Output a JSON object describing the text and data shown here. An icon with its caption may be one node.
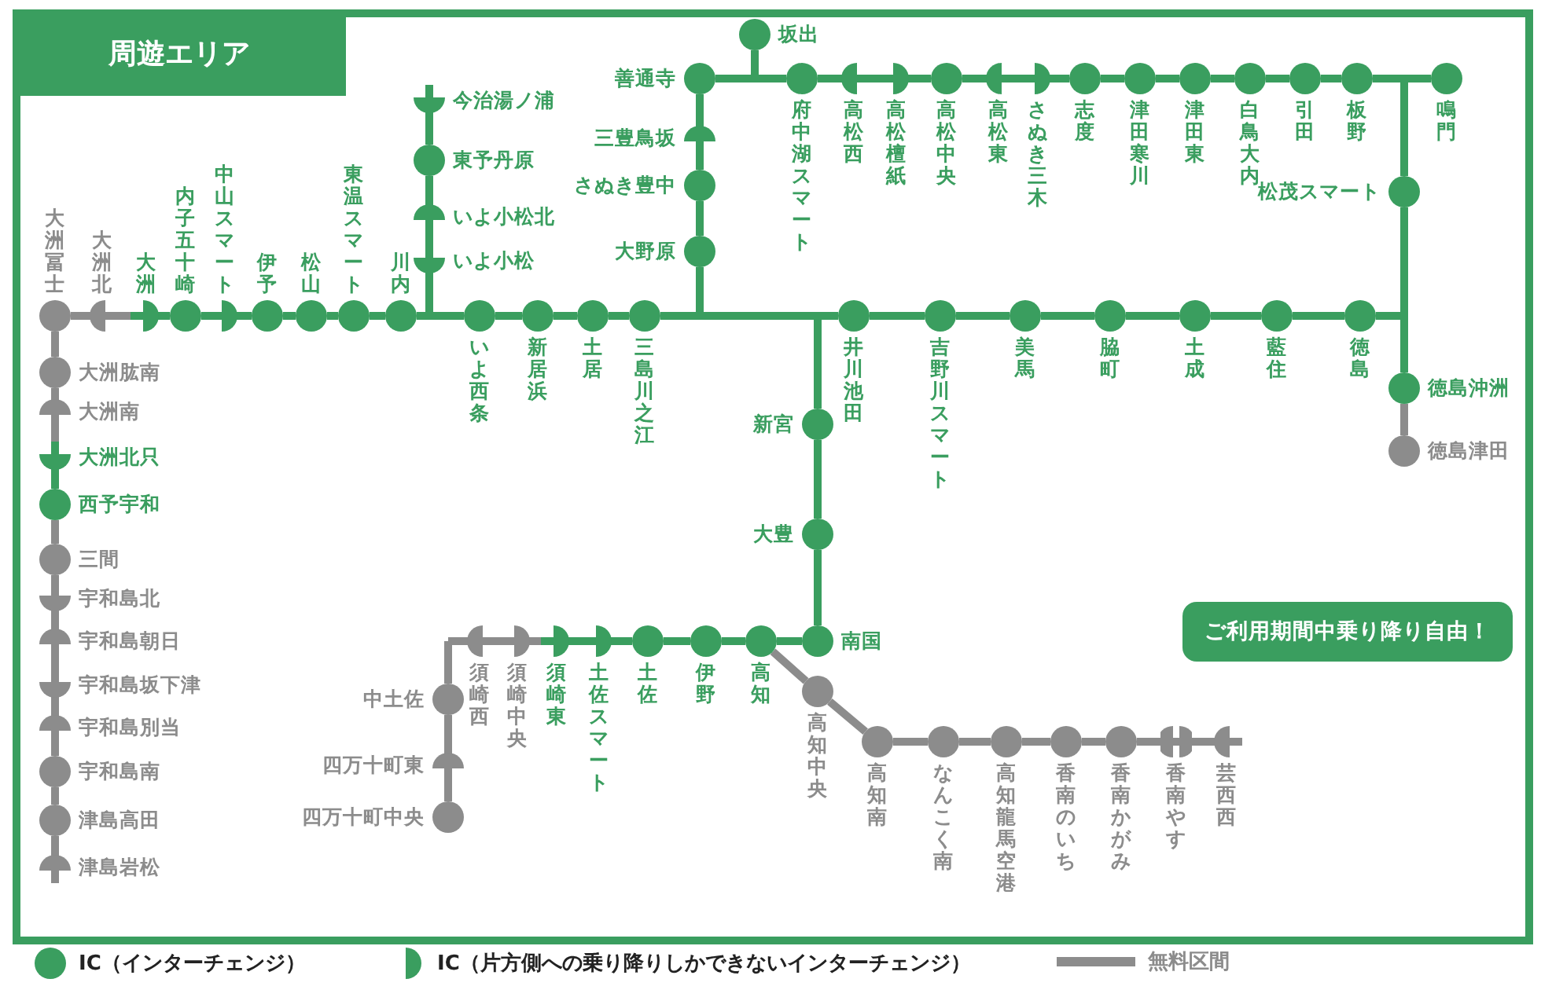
{
  "diagram": {
    "title": "周遊エリア",
    "nodes": [
      {
        "text": [
          "大洲冨士"
        ]
      },
      {
        "text": [
          "大洲北"
        ]
      },
      {
        "text": [
          "大洲"
        ]
      },
      {
        "text": [
          "内子五十崎"
        ]
      },
      {
        "text": [
          "中山スマート"
        ]
      },
      {
        "text": [
          "伊予"
        ]
      },
      {
        "text": [
          "松山"
        ]
      },
      {
        "text": [
          "東温スマート"
        ]
      },
      {
        "text": [
          "川内"
        ]
      },
      {
        "text": [
          "今治湯ノ浦"
        ]
      },
      {
        "text": [
          "東予丹原"
        ]
      },
      {
        "text": [
          "いよ小松北"
        ]
      },
      {
        "text": [
          "いよ小松"
        ]
      },
      {
        "text": [
          "いよ西条"
        ]
      },
      {
        "text": [
          "新居浜"
        ]
      },
      {
        "text": [
          "土居"
        ]
      },
      {
        "text": [
          "三島川之江"
        ]
      },
      {
        "text": [
          "善通寺"
        ]
      },
      {
        "text": [
          "三豊鳥坂"
        ]
      },
      {
        "text": [
          "さぬき豊中"
        ]
      },
      {
        "text": [
          "大野原"
        ]
      },
      {
        "text": [
          "坂出"
        ]
      },
      {
        "text": [
          "府中湖スマート"
        ]
      },
      {
        "text": [
          "高松西"
        ]
      },
      {
        "text": [
          "高松檀紙"
        ]
      },
      {
        "text": [
          "高松中央"
        ]
      },
      {
        "text": [
          "高松東"
        ]
      },
      {
        "text": [
          "さぬき三木"
        ]
      },
      {
        "text": [
          "志度"
        ]
      },
      {
        "text": [
          "津田寒川"
        ]
      },
      {
        "text": [
          "津田東"
        ]
      },
      {
        "text": [
          "白鳥大内"
        ]
      },
      {
        "text": [
          "引田"
        ]
      },
      {
        "text": [
          "板野"
        ]
      },
      {
        "text": [
          "鳴門"
        ]
      },
      {
        "text": [
          "松茂スマート"
        ]
      },
      {
        "text": [
          "井川池田"
        ]
      },
      {
        "text": [
          "吉野川スマート"
        ]
      },
      {
        "text": [
          "美馬"
        ]
      },
      {
        "text": [
          "脇町"
        ]
      },
      {
        "text": [
          "土成"
        ]
      },
      {
        "text": [
          "藍住"
        ]
      },
      {
        "text": [
          "徳島"
        ]
      },
      {
        "text": [
          "徳島沖洲"
        ]
      },
      {
        "text": [
          "徳島津田"
        ]
      },
      {
        "text": [
          "新宮"
        ]
      },
      {
        "text": [
          "大豊"
        ]
      },
      {
        "text": [
          "南国"
        ]
      },
      {
        "text": [
          "高知"
        ]
      },
      {
        "text": [
          "伊野"
        ]
      },
      {
        "text": [
          "土佐"
        ]
      },
      {
        "text": [
          "土佐スマート"
        ]
      },
      {
        "text": [
          "須崎東"
        ]
      },
      {
        "text": [
          "須崎中央"
        ]
      },
      {
        "text": [
          "須崎西"
        ]
      },
      {
        "text": [
          "中土佐"
        ]
      },
      {
        "text": [
          "四万十町東"
        ]
      },
      {
        "text": [
          "四万十町中央"
        ]
      },
      {
        "text": [
          "高知中央"
        ]
      },
      {
        "text": [
          "高知南"
        ]
      },
      {
        "text": [
          "なんこく南"
        ]
      },
      {
        "text": [
          "高知龍馬空港"
        ]
      },
      {
        "text": [
          "香南のいち"
        ]
      },
      {
        "text": [
          "香南かがみ"
        ]
      },
      {
        "text": [
          "香南やす"
        ]
      },
      {
        "text": [
          "芸西西"
        ]
      },
      {
        "text": [
          "大洲肱南"
        ]
      },
      {
        "text": [
          "大洲南"
        ]
      },
      {
        "text": [
          "大洲北只"
        ]
      },
      {
        "text": [
          "西予宇和"
        ]
      },
      {
        "text": [
          "三間"
        ]
      },
      {
        "text": [
          "宇和島北"
        ]
      },
      {
        "text": [
          "宇和島朝日"
        ]
      },
      {
        "text": [
          "宇和島坂下津"
        ]
      },
      {
        "text": [
          "宇和島別当"
        ]
      },
      {
        "text": [
          "宇和島南"
        ]
      },
      {
        "text": [
          "津島高田"
        ]
      },
      {
        "text": [
          "津島岩松"
        ]
      },
      {
        "text": [
          "ご利用期間中乗り降り自由！"
        ]
      }
    ],
    "edges": [
      {
        "from": 0,
        "to": 1,
        "arrow": "none",
        "color": "#8c8c8c"
      },
      {
        "from": 1,
        "to": 2,
        "arrow": "none",
        "color": "#8c8c8c"
      },
      {
        "from": 2,
        "to": 3,
        "arrow": "none"
      },
      {
        "from": 3,
        "to": 4,
        "arrow": "none"
      },
      {
        "from": 4,
        "to": 5,
        "arrow": "none"
      },
      {
        "from": 5,
        "to": 6,
        "arrow": "none"
      },
      {
        "from": 6,
        "to": 7,
        "arrow": "none"
      },
      {
        "from": 7,
        "to": 8,
        "arrow": "none"
      },
      {
        "from": 8,
        "to": 13,
        "arrow": "none"
      },
      {
        "from": 9,
        "to": 10,
        "arrow": "none"
      },
      {
        "from": 10,
        "to": 11,
        "arrow": "none"
      },
      {
        "from": 11,
        "to": 12,
        "arrow": "none"
      },
      {
        "from": 12,
        "to": 8,
        "arrow": "none"
      },
      {
        "from": 12,
        "to": 13,
        "arrow": "none"
      },
      {
        "from": 13,
        "to": 14,
        "arrow": "none"
      },
      {
        "from": 14,
        "to": 15,
        "arrow": "none"
      },
      {
        "from": 15,
        "to": 16,
        "arrow": "none"
      },
      {
        "from": 16,
        "to": 36,
        "arrow": "none"
      },
      {
        "from": 17,
        "to": 18,
        "arrow": "none"
      },
      {
        "from": 18,
        "to": 19,
        "arrow": "none"
      },
      {
        "from": 19,
        "to": 20,
        "arrow": "none"
      },
      {
        "from": 20,
        "to": 16,
        "arrow": "none"
      },
      {
        "from": 20,
        "to": 36,
        "arrow": "none"
      },
      {
        "from": 17,
        "to": 22,
        "arrow": "none"
      },
      {
        "from": 21,
        "to": 17,
        "arrow": "none"
      },
      {
        "from": 21,
        "to": 22,
        "arrow": "none"
      },
      {
        "from": 22,
        "to": 23,
        "arrow": "none"
      },
      {
        "from": 23,
        "to": 24,
        "arrow": "none"
      },
      {
        "from": 24,
        "to": 25,
        "arrow": "none"
      },
      {
        "from": 25,
        "to": 26,
        "arrow": "none"
      },
      {
        "from": 26,
        "to": 27,
        "arrow": "none"
      },
      {
        "from": 27,
        "to": 28,
        "arrow": "none"
      },
      {
        "from": 28,
        "to": 29,
        "arrow": "none"
      },
      {
        "from": 29,
        "to": 30,
        "arrow": "none"
      },
      {
        "from": 30,
        "to": 31,
        "arrow": "none"
      },
      {
        "from": 31,
        "to": 32,
        "arrow": "none"
      },
      {
        "from": 32,
        "to": 33,
        "arrow": "none"
      },
      {
        "from": 33,
        "to": 34,
        "arrow": "none"
      },
      {
        "from": 35,
        "to": 33,
        "arrow": "none"
      },
      {
        "from": 35,
        "to": 34,
        "arrow": "none"
      },
      {
        "from": 35,
        "to": 43,
        "arrow": "none"
      },
      {
        "from": 36,
        "to": 37,
        "arrow": "none"
      },
      {
        "from": 37,
        "to": 38,
        "arrow": "none"
      },
      {
        "from": 38,
        "to": 39,
        "arrow": "none"
      },
      {
        "from": 39,
        "to": 40,
        "arrow": "none"
      },
      {
        "from": 40,
        "to": 41,
        "arrow": "none"
      },
      {
        "from": 41,
        "to": 42,
        "arrow": "none"
      },
      {
        "from": 42,
        "to": 35,
        "arrow": "none"
      },
      {
        "from": 42,
        "to": 43,
        "arrow": "none"
      },
      {
        "from": 43,
        "to": 44,
        "arrow": "none",
        "color": "#8c8c8c"
      },
      {
        "from": 45,
        "to": 16,
        "arrow": "none"
      },
      {
        "from": 45,
        "to": 36,
        "arrow": "none"
      },
      {
        "from": 45,
        "to": 46,
        "arrow": "none"
      },
      {
        "from": 46,
        "to": 47,
        "arrow": "none"
      },
      {
        "from": 47,
        "to": 48,
        "arrow": "none"
      },
      {
        "from": 48,
        "to": 49,
        "arrow": "none"
      },
      {
        "from": 49,
        "to": 50,
        "arrow": "none"
      },
      {
        "from": 50,
        "to": 51,
        "arrow": "none"
      },
      {
        "from": 51,
        "to": 52,
        "arrow": "none"
      },
      {
        "from": 52,
        "to": 53,
        "arrow": "none",
        "color": "#8c8c8c"
      },
      {
        "from": 53,
        "to": 54,
        "arrow": "none",
        "color": "#8c8c8c"
      },
      {
        "from": 54,
        "to": 55,
        "arrow": "none",
        "color": "#8c8c8c"
      },
      {
        "from": 55,
        "to": 56,
        "arrow": "none",
        "color": "#8c8c8c"
      },
      {
        "from": 56,
        "to": 57,
        "arrow": "none",
        "color": "#8c8c8c"
      },
      {
        "from": 48,
        "to": 58,
        "arrow": "none",
        "color": "#8c8c8c"
      },
      {
        "from": 58,
        "to": 59,
        "arrow": "none",
        "color": "#8c8c8c"
      },
      {
        "from": 59,
        "to": 60,
        "arrow": "none",
        "color": "#8c8c8c"
      },
      {
        "from": 60,
        "to": 61,
        "arrow": "none",
        "color": "#8c8c8c"
      },
      {
        "from": 61,
        "to": 62,
        "arrow": "none",
        "color": "#8c8c8c"
      },
      {
        "from": 62,
        "to": 63,
        "arrow": "none",
        "color": "#8c8c8c"
      },
      {
        "from": 63,
        "to": 64,
        "arrow": "none",
        "color": "#8c8c8c"
      },
      {
        "from": 64,
        "to": 65,
        "arrow": "none",
        "color": "#8c8c8c"
      },
      {
        "from": 0,
        "to": 66,
        "arrow": "none",
        "color": "#8c8c8c"
      },
      {
        "from": 66,
        "to": 67,
        "arrow": "none",
        "color": "#8c8c8c"
      },
      {
        "from": 67,
        "to": 68,
        "arrow": "none",
        "color": "#8c8c8c"
      },
      {
        "from": 68,
        "to": 69,
        "arrow": "none"
      },
      {
        "from": 69,
        "to": 70,
        "arrow": "none",
        "color": "#8c8c8c"
      },
      {
        "from": 70,
        "to": 71,
        "arrow": "none",
        "color": "#8c8c8c"
      },
      {
        "from": 71,
        "to": 72,
        "arrow": "none",
        "color": "#8c8c8c"
      },
      {
        "from": 72,
        "to": 73,
        "arrow": "none",
        "color": "#8c8c8c"
      },
      {
        "from": 73,
        "to": 74,
        "arrow": "none",
        "color": "#8c8c8c"
      },
      {
        "from": 74,
        "to": 75,
        "arrow": "none",
        "color": "#8c8c8c"
      },
      {
        "from": 75,
        "to": 76,
        "arrow": "none",
        "color": "#8c8c8c"
      },
      {
        "from": 76,
        "to": 77,
        "arrow": "none",
        "color": "#8c8c8c"
      }
    ],
    "legend": [
      {
        "text": "IC（インターチェンジ）"
      },
      {
        "text": "IC（片方側への乗り降りしかできないインターチェンジ）"
      },
      {
        "text": "無料区間"
      }
    ]
  }
}
